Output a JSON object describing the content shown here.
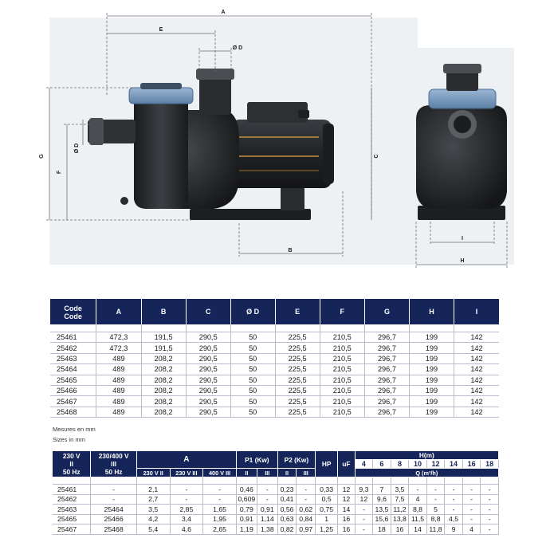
{
  "diagram": {
    "labels": {
      "A": "A",
      "E": "E",
      "OD_top": "Ø D",
      "OD_side": "Ø D",
      "G": "G",
      "F": "F",
      "C": "C",
      "B": "B",
      "I": "I",
      "H": "H"
    },
    "colors": {
      "body": "#2b2d30",
      "cover": "#7d9bbd",
      "cover_rim": "#4a6d94",
      "motor": "#26282b",
      "copper": "#b88a3a",
      "dim_line": "#6a6f7a",
      "background": "#eef1f4"
    }
  },
  "dimensions_table": {
    "headers": [
      "Code\nCode",
      "A",
      "B",
      "C",
      "Ø D",
      "E",
      "F",
      "G",
      "H",
      "I"
    ],
    "header_code_line1": "Code",
    "header_code_line2": "Code",
    "rows": [
      [
        "25461",
        "472,3",
        "191,5",
        "290,5",
        "50",
        "225,5",
        "210,5",
        "296,7",
        "199",
        "142"
      ],
      [
        "25462",
        "472,3",
        "191,5",
        "290,5",
        "50",
        "225,5",
        "210,5",
        "296,7",
        "199",
        "142"
      ],
      [
        "25463",
        "489",
        "208,2",
        "290,5",
        "50",
        "225,5",
        "210,5",
        "296,7",
        "199",
        "142"
      ],
      [
        "25464",
        "489",
        "208,2",
        "290,5",
        "50",
        "225,5",
        "210,5",
        "296,7",
        "199",
        "142"
      ],
      [
        "25465",
        "489",
        "208,2",
        "290,5",
        "50",
        "225,5",
        "210,5",
        "296,7",
        "199",
        "142"
      ],
      [
        "25466",
        "489",
        "208,2",
        "290,5",
        "50",
        "225,5",
        "210,5",
        "296,7",
        "199",
        "142"
      ],
      [
        "25467",
        "489",
        "208,2",
        "290,5",
        "50",
        "225,5",
        "210,5",
        "296,7",
        "199",
        "142"
      ],
      [
        "25468",
        "489",
        "208,2",
        "290,5",
        "50",
        "225,5",
        "210,5",
        "296,7",
        "199",
        "142"
      ]
    ]
  },
  "units": {
    "fr": "Mesures en mm",
    "en": "Sizes in mm"
  },
  "performance_table": {
    "h_230": {
      "l1": "230 V",
      "l2": "II",
      "l3": "50 Hz"
    },
    "h_400": {
      "l1": "230/400 V",
      "l2": "III",
      "l3": "50 Hz"
    },
    "h_A": "A",
    "h_A_sub": [
      "230 V II",
      "230 V III",
      "400 V III"
    ],
    "h_P1": "P1 (Kw)",
    "h_P1_sub": [
      "II",
      "III"
    ],
    "h_P2": "P2 (Kw)",
    "h_P2_sub": [
      "II",
      "III"
    ],
    "h_HP": "HP",
    "h_uF": "uF",
    "h_H": "H(m)",
    "h_H_values": [
      "4",
      "6",
      "8",
      "10",
      "12",
      "14",
      "16",
      "18"
    ],
    "h_Q": "Q (m³/h)",
    "rows": [
      [
        "25461",
        "-",
        "2,1",
        "-",
        "-",
        "0,46",
        "-",
        "0,23",
        "-",
        "0,33",
        "12",
        "9,3",
        "7",
        "3,5",
        "-",
        "-",
        "-",
        "-",
        "-"
      ],
      [
        "25462",
        "-",
        "2,7",
        "-",
        "-",
        "0,609",
        "-",
        "0,41",
        "-",
        "0,5",
        "12",
        "12",
        "9,6",
        "7,5",
        "4",
        "-",
        "-",
        "-",
        "-"
      ],
      [
        "25463",
        "25464",
        "3,5",
        "2,85",
        "1,65",
        "0,79",
        "0,91",
        "0,56",
        "0,62",
        "0,75",
        "14",
        "-",
        "13,5",
        "11,2",
        "8,8",
        "5",
        "-",
        "-",
        "-"
      ],
      [
        "25465",
        "25466",
        "4,2",
        "3,4",
        "1,95",
        "0,91",
        "1,14",
        "0,63",
        "0,84",
        "1",
        "16",
        "-",
        "15,6",
        "13,8",
        "11,5",
        "8,8",
        "4,5",
        "-",
        "-"
      ],
      [
        "25467",
        "25468",
        "5,4",
        "4,6",
        "2,65",
        "1,19",
        "1,38",
        "0,82",
        "0,97",
        "1,25",
        "16",
        "-",
        "18",
        "16",
        "14",
        "11,8",
        "9",
        "4",
        "-"
      ]
    ]
  }
}
